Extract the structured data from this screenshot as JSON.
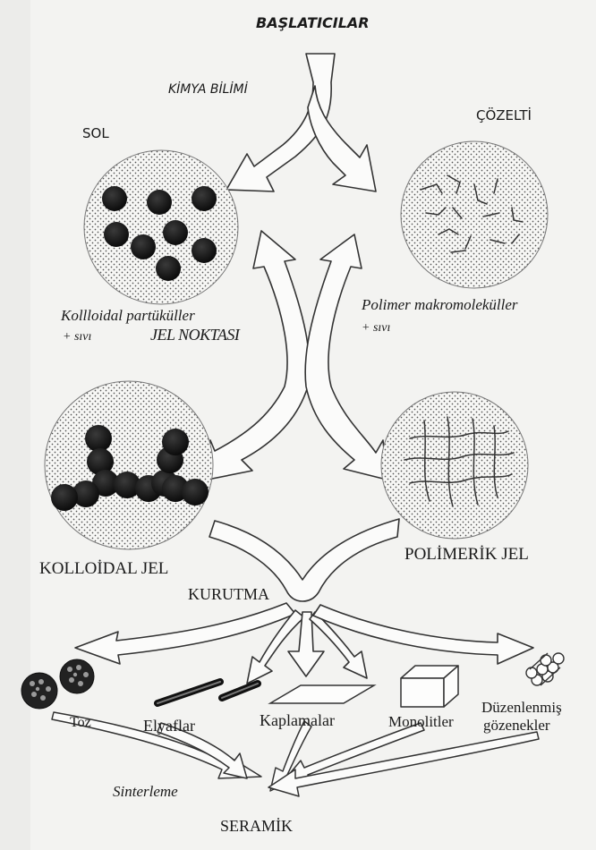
{
  "diagram": {
    "title": "BAŞLATICILAR",
    "chemistry_label": "KİMYA BİLİMİ",
    "sol_label": "SOL",
    "solution_label": "ÇÖZELTİ",
    "colloidal_particles_label": "Kollloidal partüküller",
    "colloidal_liquid_label": "+ sıvı",
    "polymer_macromolecules_label": "Polimer makromoleküller",
    "polymer_liquid_label": "+ sıvı",
    "gel_point_label": "JEL NOKTASI",
    "colloidal_gel_label": "KOLLOİDAL JEL",
    "polymeric_gel_label": "POLİMERİK JEL",
    "drying_label": "KURUTMA",
    "products": [
      {
        "label": "Toz"
      },
      {
        "label": "Elyaflar"
      },
      {
        "label": "Kaplamalar"
      },
      {
        "label": "Monolitler"
      },
      {
        "label": "Düzenlenmiş"
      },
      {
        "label": "gözenekler"
      }
    ],
    "sintering_label": "Sinterleme",
    "ceramic_label": "SERAMİK"
  }
}
